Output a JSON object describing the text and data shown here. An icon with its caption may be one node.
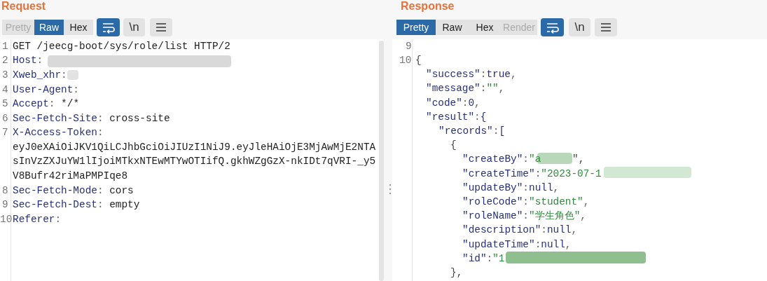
{
  "diagram": {
    "nodes": [
      {
        "text": [],
        "shape": "box"
      },
      {
        "text": [],
        "shape": "box"
      },
      {
        "text": [],
        "shape": "box"
      },
      {
        "text": [],
        "shape": "box"
      },
      {
        "text": [],
        "shape": "box"
      }
    ],
    "labels": [
      "Request",
      "Pretty",
      "Raw",
      "Hex",
      "\\n",
      "1",
      "GET /jeecg-boot/sys/role/list HTTP/2",
      "2",
      "Host:",
      "3",
      "Xweb_xhr:",
      "4",
      "User-Agent:",
      "5",
      "Accept: */*",
      "6",
      "Sec-Fetch-Site: cross-site",
      "7",
      "X-Access-Token:",
      "eyJ0eXAiOiJKV1QiLCJhbGciOiJIUzI1NiJ9.eyJleHAiOjE3MjAwMjE2NTAsInVzZXJuYW1lIjoiMTkxNTEwMTYwOTIifQ.gkhWZgGzX-nkIDt7qVRI-_y5V8Bufr42riMaPMPIqe8",
      "8",
      "Sec-Fetch-Mode: cors",
      "9",
      "Sec-Fetch-Dest: empty",
      "10",
      "Referer:",
      "Response",
      "Pretty",
      "Raw",
      "Hex",
      "Render",
      "\\n",
      "9",
      "10",
      "{",
      "\"success\":true,",
      "\"message\":\"\",",
      "\"code\":0,",
      "\"result\":{",
      "\"records\":[",
      "{",
      "\"createBy\":\"a",
      "\",",
      "\"createTime\":\"2023-07-1",
      "\"updateBy\":null,",
      "\"roleCode\":\"student\",",
      "\"roleName\":\"学生角色\",",
      "\"description\":null,",
      "\"updateTime\":null,",
      "\"id\":\"1",
      "},"
    ]
  }
}
